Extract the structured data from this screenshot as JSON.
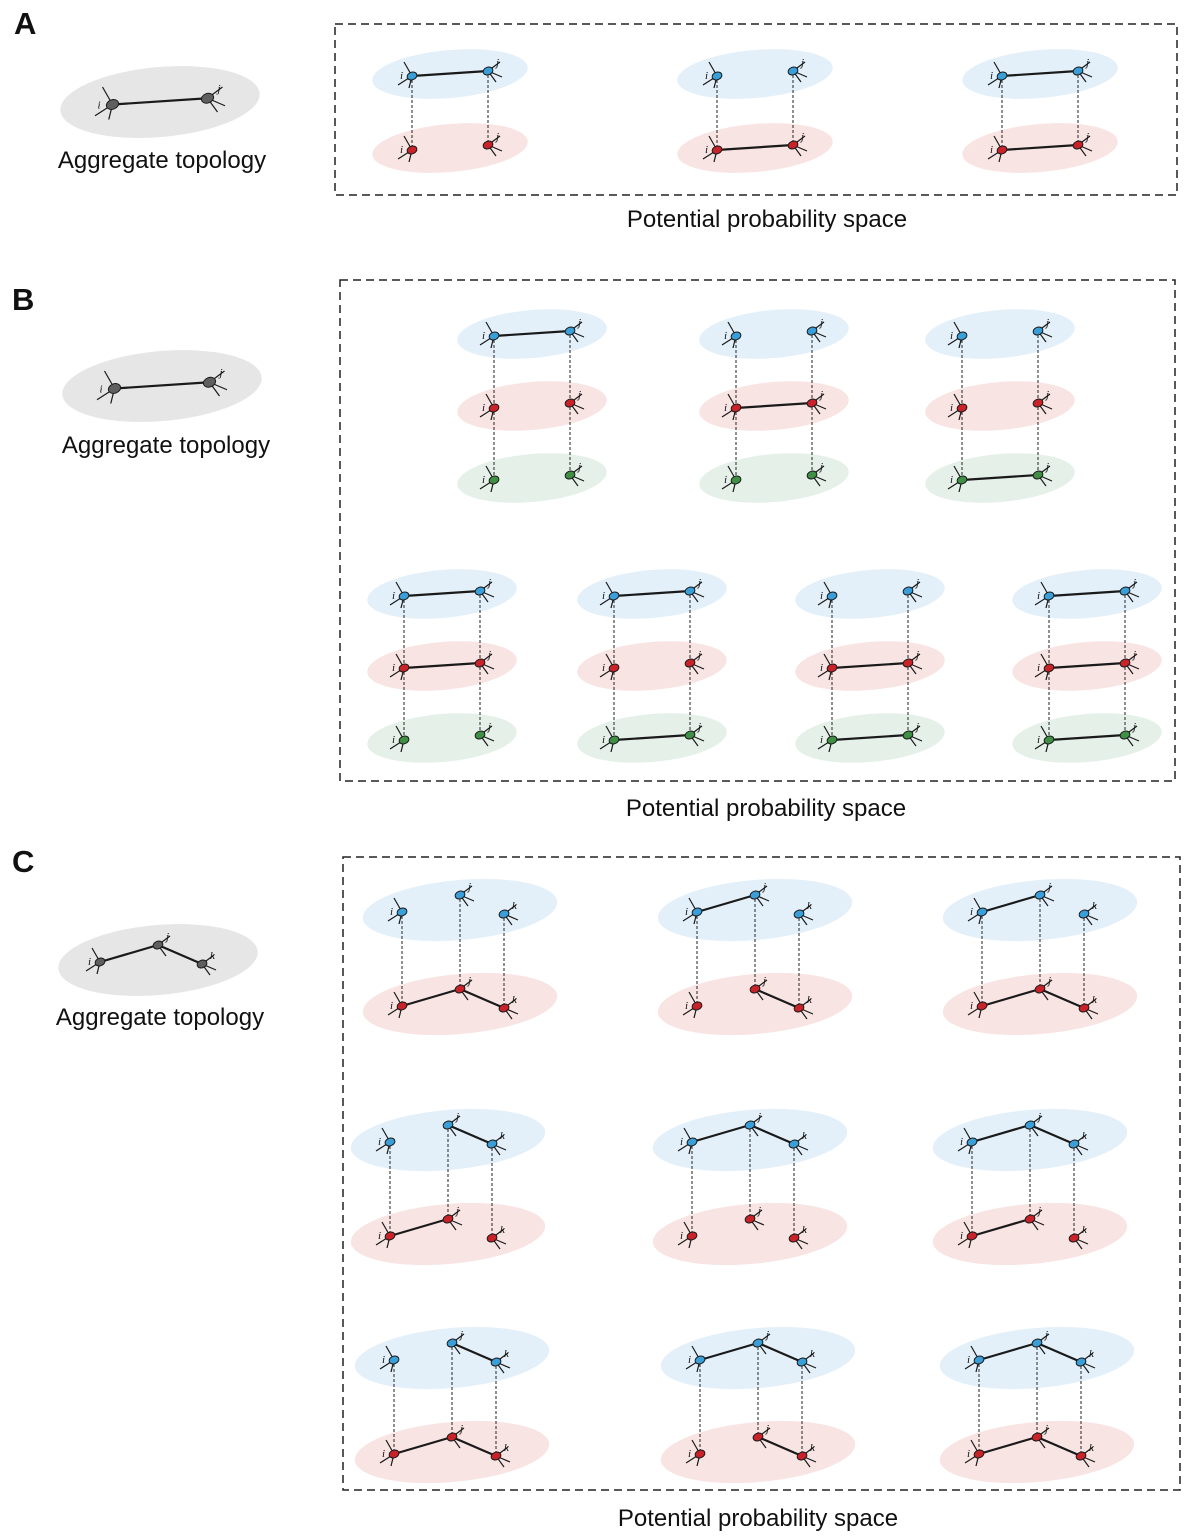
{
  "colors": {
    "aggregate_bg": "#e6e6e6",
    "aggregate_node": "#5f5f5f",
    "blue_bg": "#e4f0f9",
    "blue_node": "#3a9fd8",
    "red_bg": "#f9e4e4",
    "red_node": "#c9232a",
    "green_bg": "#e5f1e8",
    "green_node": "#3f8f45"
  },
  "labels": {
    "aggregate_topology": "Aggregate topology",
    "potential_probability_space": "Potential probability space",
    "node_i": "i",
    "node_j": "j",
    "node_k": "k"
  },
  "panels": [
    {
      "letter": "A",
      "aggregate": {
        "nodes": [
          "i",
          "j"
        ],
        "edges": [
          [
            "i",
            "j"
          ]
        ]
      },
      "layers": [
        "blue",
        "red"
      ],
      "configurations": [
        [
          [
            "i",
            "j"
          ],
          []
        ],
        [
          [],
          [
            "i",
            "j"
          ]
        ],
        [
          [
            "i",
            "j"
          ],
          [
            "i",
            "j"
          ]
        ]
      ]
    },
    {
      "letter": "B",
      "aggregate": {
        "nodes": [
          "i",
          "j"
        ],
        "edges": [
          [
            "i",
            "j"
          ]
        ]
      },
      "layers": [
        "blue",
        "red",
        "green"
      ],
      "configurations": [
        [
          [
            "i",
            "j"
          ],
          [],
          []
        ],
        [
          [],
          [
            "i",
            "j"
          ],
          []
        ],
        [
          [],
          [],
          [
            "i",
            "j"
          ]
        ],
        [
          [
            "i",
            "j"
          ],
          [
            "i",
            "j"
          ],
          []
        ],
        [
          [
            "i",
            "j"
          ],
          [],
          [
            "i",
            "j"
          ]
        ],
        [
          [],
          [
            "i",
            "j"
          ],
          [
            "i",
            "j"
          ]
        ],
        [
          [
            "i",
            "j"
          ],
          [
            "i",
            "j"
          ],
          [
            "i",
            "j"
          ]
        ]
      ]
    },
    {
      "letter": "C",
      "aggregate": {
        "nodes": [
          "i",
          "j",
          "k"
        ],
        "edges": [
          [
            "i",
            "j"
          ],
          [
            "j",
            "k"
          ]
        ]
      },
      "layers": [
        "blue",
        "red"
      ],
      "configurations": [
        [
          [],
          [
            "ij",
            "jk"
          ]
        ],
        [
          [
            "ij"
          ],
          [
            "jk"
          ]
        ],
        [
          [
            "ij"
          ],
          [
            "ij",
            "jk"
          ]
        ],
        [
          [
            "jk"
          ],
          [
            "ij"
          ]
        ],
        [
          [
            "ij",
            "jk"
          ],
          []
        ],
        [
          [
            "ij",
            "jk"
          ],
          [
            "ij"
          ]
        ],
        [
          [
            "jk"
          ],
          [
            "ij",
            "jk"
          ]
        ],
        [
          [
            "ij",
            "jk"
          ],
          [
            "jk"
          ]
        ],
        [
          [
            "ij",
            "jk"
          ],
          [
            "ij",
            "jk"
          ]
        ]
      ]
    }
  ]
}
